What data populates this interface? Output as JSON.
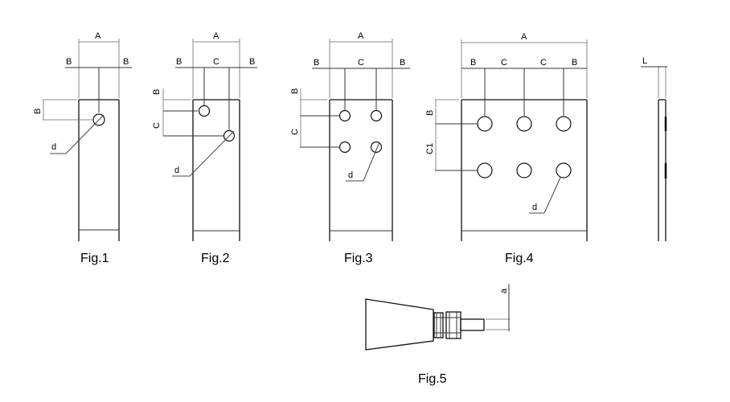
{
  "title": "Busbar / plate hole pattern dimension drawing",
  "labels": {
    "A": "A",
    "B": "B",
    "C": "C",
    "C1": "C1",
    "d": "d",
    "L": "L",
    "a": "a"
  },
  "figures": [
    {
      "id": "fig1",
      "caption": "Fig.1",
      "holes": "1 hole",
      "dims": [
        "A",
        "B",
        "B",
        "B",
        "d"
      ]
    },
    {
      "id": "fig2",
      "caption": "Fig.2",
      "holes": "2 holes (diagonal)",
      "dims": [
        "A",
        "B",
        "C",
        "B",
        "B",
        "C",
        "d"
      ]
    },
    {
      "id": "fig3",
      "caption": "Fig.3",
      "holes": "4 holes (2x2)",
      "dims": [
        "A",
        "B",
        "C",
        "B",
        "B",
        "C",
        "d"
      ]
    },
    {
      "id": "fig4",
      "caption": "Fig.4",
      "holes": "6 holes (3x2)",
      "dims": [
        "A",
        "B",
        "C",
        "C",
        "B",
        "B",
        "C1",
        "d"
      ]
    },
    {
      "id": "side",
      "caption": "",
      "holes": "side view thickness",
      "dims": [
        "L"
      ]
    },
    {
      "id": "fig5",
      "caption": "Fig.5",
      "holes": "terminal / stud side view",
      "dims": [
        "a"
      ]
    }
  ]
}
